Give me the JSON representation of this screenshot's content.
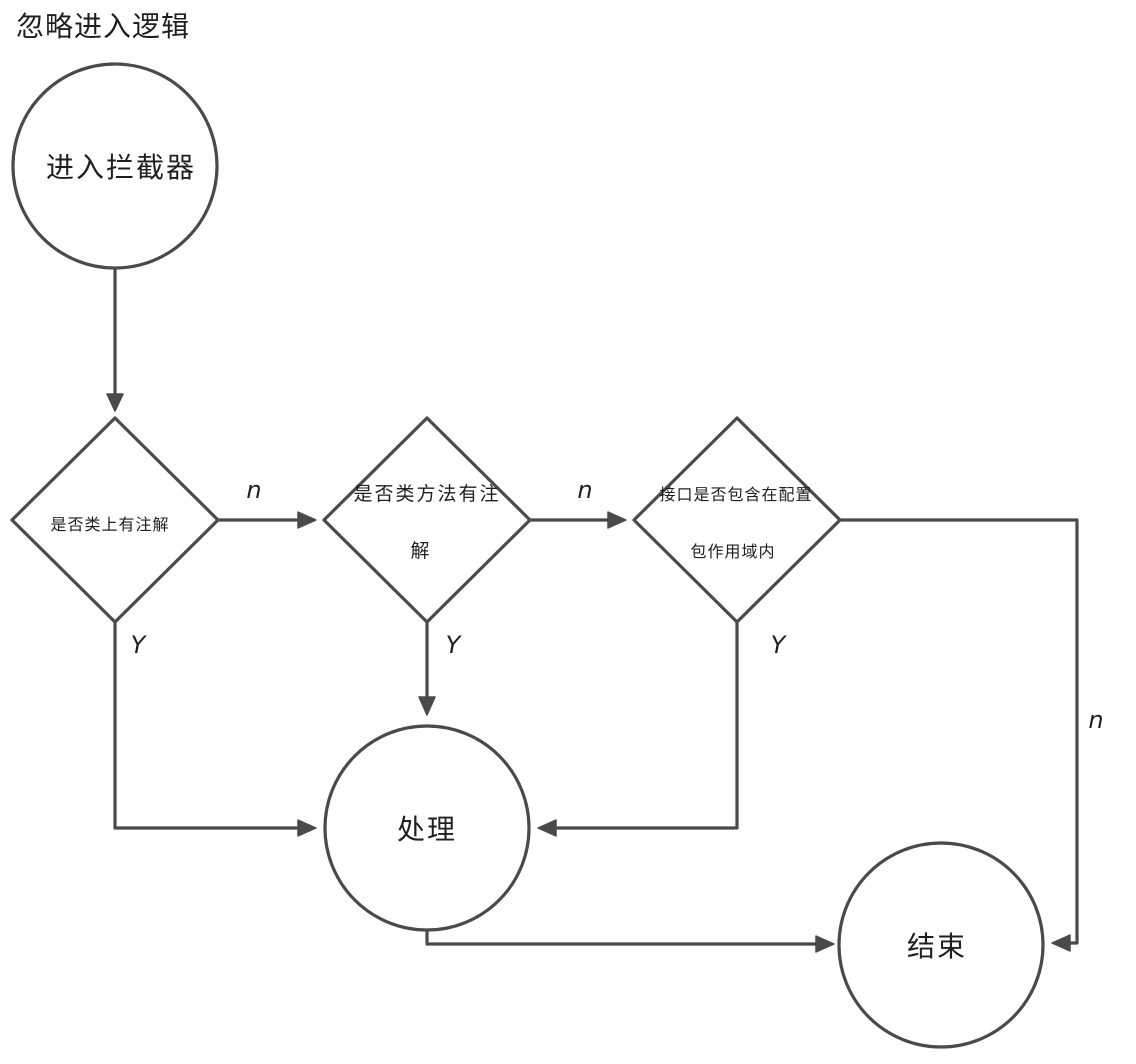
{
  "title": "忽略进入逻辑",
  "nodes": {
    "start": {
      "label": "进入拦截器"
    },
    "check_class": {
      "label": "是否类上有注解"
    },
    "check_method": {
      "line1": "是否类方法有注",
      "line2": "解"
    },
    "check_package": {
      "line1": "接口是否包含在配置",
      "line2": "包作用域内"
    },
    "process": {
      "label": "处理"
    },
    "end": {
      "label": "结束"
    }
  },
  "edges": {
    "class_no": "n",
    "class_yes": "Y",
    "method_no": "n",
    "method_yes": "Y",
    "package_yes": "Y",
    "package_no": "n"
  }
}
